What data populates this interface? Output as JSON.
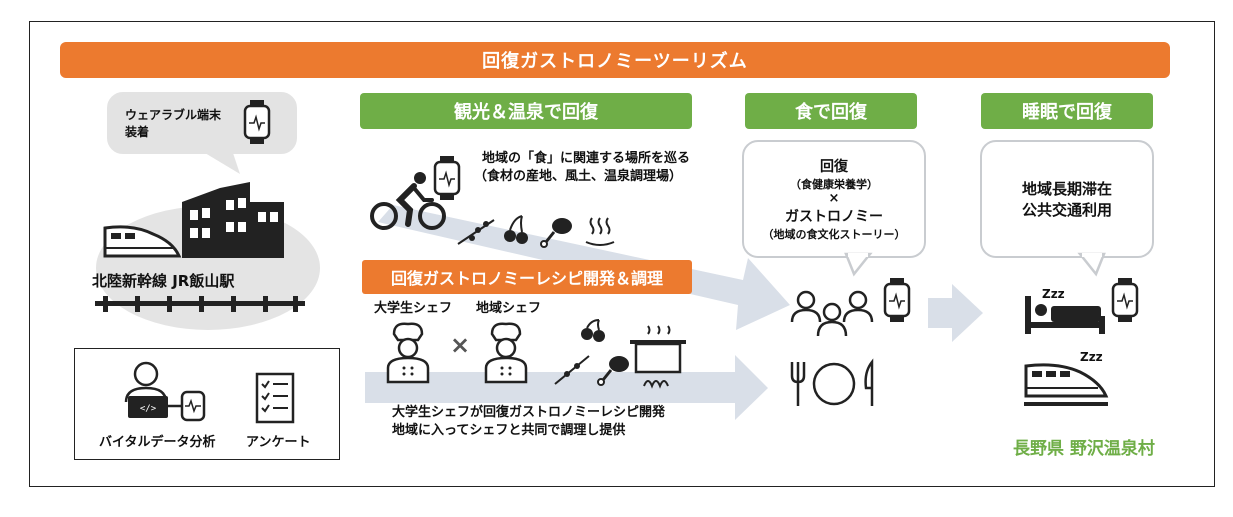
{
  "banner": "回復ガストロノミーツーリズム",
  "left": {
    "wearable_bubble_line1": "ウェアラブル端末",
    "wearable_bubble_line2": "装着",
    "station_label": "北陸新幹線 JR飯山駅",
    "vital_label": "バイタルデータ分析",
    "survey_label": "アンケート"
  },
  "sightseeing": {
    "header": "観光＆温泉で回復",
    "line1": "地域の「食」に関連する場所を巡る",
    "line2": "（食材の産地、風土、温泉調理場）"
  },
  "recipe": {
    "header": "回復ガストロノミーレシピ開発＆調理",
    "student_chef": "大学生シェフ",
    "local_chef": "地域シェフ",
    "times": "×",
    "desc1": "大学生シェフが回復ガストロノミーレシピ開発",
    "desc2": "地域に入ってシェフと共同で調理し提供"
  },
  "food": {
    "header": "食で回復",
    "b_line1": "回復",
    "b_line2": "（食健康栄養学）",
    "b_times": "×",
    "b_line3": "ガストロノミー",
    "b_line4": "（地域の食文化ストーリー）"
  },
  "sleep": {
    "header": "睡眠で回復",
    "b_line1": "地域長期滞在",
    "b_line2": "公共交通利用",
    "zzz1": "Zzz",
    "zzz2": "Zzz",
    "location": "長野県 野沢温泉村"
  },
  "colors": {
    "orange": "#ec7a2f",
    "green": "#6fae47",
    "gray": "#c9ccd0",
    "arrow": "#d9dfe8"
  }
}
